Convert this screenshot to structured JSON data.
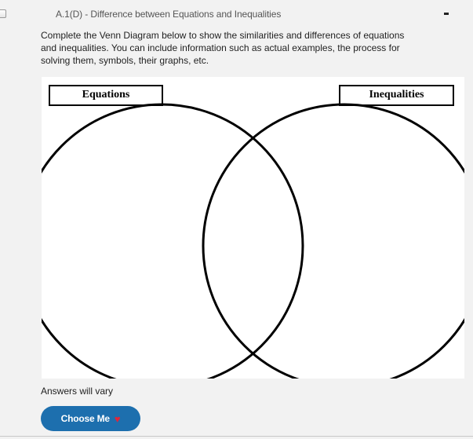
{
  "item": {
    "title": "A.1(D) - Difference between Equations and Inequalities",
    "instructions": "Complete the Venn Diagram below to show the similarities and differences of equations and inequalities.  You can include information such as actual examples, the process for solving them, symbols, their graphs, etc."
  },
  "diagram": {
    "left_label": "Equations",
    "right_label": "Inequalities"
  },
  "answer_note": "Answers will vary",
  "choose_button": {
    "label": "Choose Me",
    "icon": "heart-icon",
    "heart_symbol": "♥",
    "color": "#1d6fae",
    "heart_color": "#e0263a"
  },
  "icons": {
    "collapse": "minus-icon",
    "select": "checkbox-icon"
  }
}
